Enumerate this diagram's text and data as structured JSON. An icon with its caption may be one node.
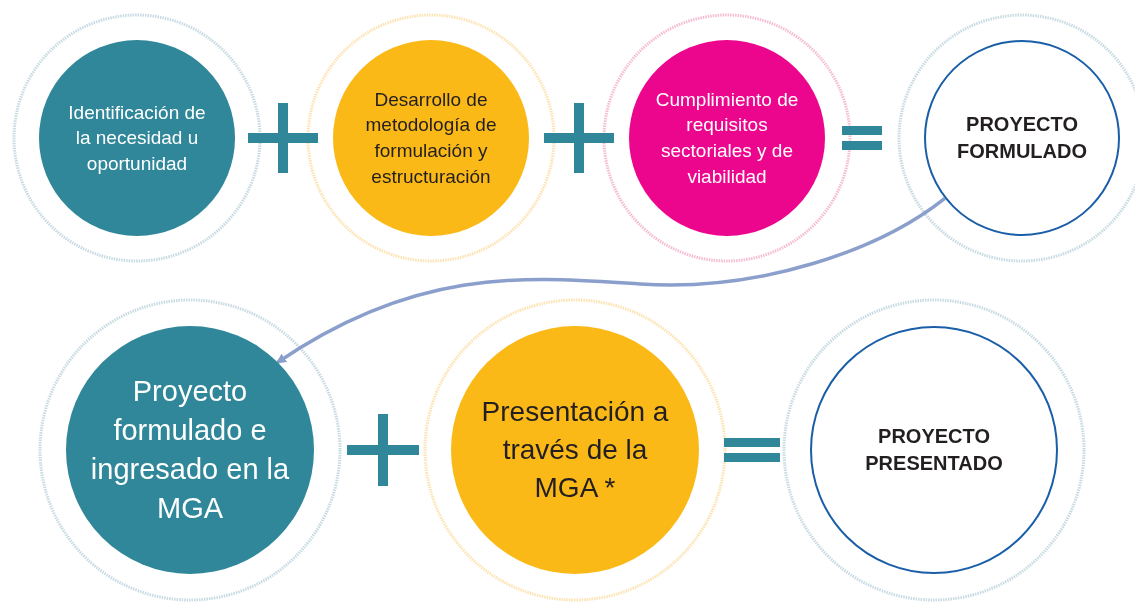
{
  "diagram": {
    "nodes": [
      {
        "text": [
          "Identificación de la necesidad u oportunidad"
        ]
      },
      {
        "text": [
          "Desarrollo de metodología de formulación y estructuración"
        ]
      },
      {
        "text": [
          "Cumplimiento de requisitos sectoriales y de viabilidad"
        ]
      },
      {
        "text": [
          "PROYECTO FORMULADO"
        ]
      },
      {
        "text": [
          "Proyecto formulado e ingresado en la MGA"
        ]
      },
      {
        "text": [
          "Presentación a través de la MGA *"
        ]
      },
      {
        "text": [
          "PROYECTO PRESENTADO"
        ]
      }
    ],
    "edges": [
      {
        "from": 3,
        "to": 4,
        "arrow": "to"
      }
    ]
  }
}
